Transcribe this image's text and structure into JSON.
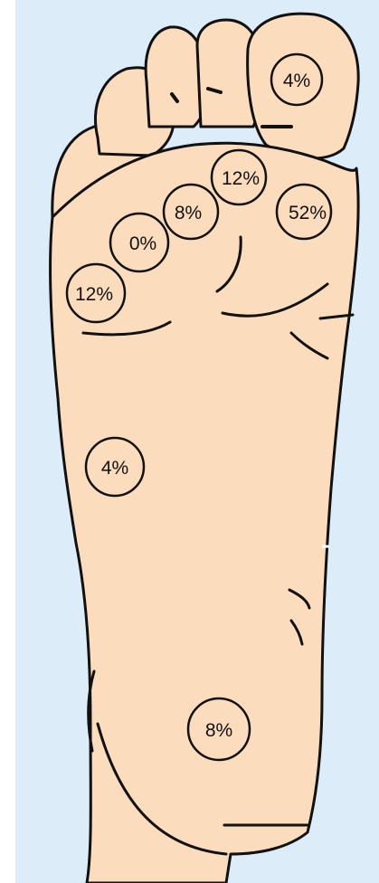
{
  "colors": {
    "background": "#dcecf9",
    "skin": "#fbdcbc",
    "outline": "#111111"
  },
  "markers": {
    "big_toe": "4%",
    "metatarsal_1": "52%",
    "metatarsal_2": "12%",
    "metatarsal_3": "8%",
    "metatarsal_4": "0%",
    "metatarsal_5": "12%",
    "midfoot_lateral": "4%",
    "heel": "8%"
  }
}
